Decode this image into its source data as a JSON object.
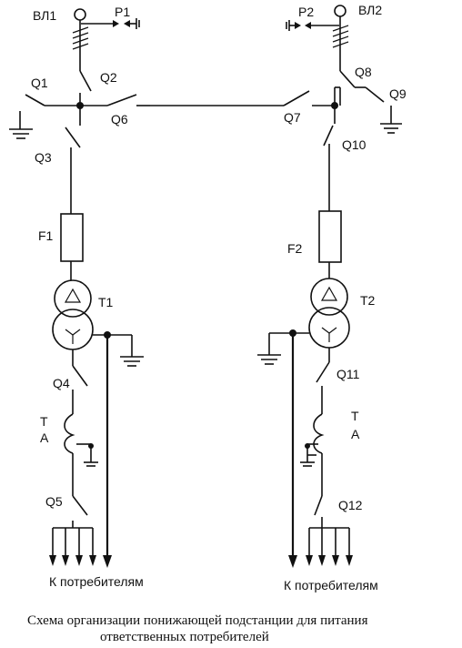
{
  "labels": {
    "vl1": "ВЛ1",
    "vl2": "ВЛ2",
    "p1": "P1",
    "p2": "P2",
    "q1": "Q1",
    "q2": "Q2",
    "q3": "Q3",
    "q4": "Q4",
    "q5": "Q5",
    "q6": "Q6",
    "q7": "Q7",
    "q8": "Q8",
    "q9": "Q9",
    "q10": "Q10",
    "q11": "Q11",
    "q12": "Q12",
    "f1": "F1",
    "f2": "F2",
    "t1": "T1",
    "t2": "T2",
    "ta_left_t": "Т",
    "ta_left_a": "А",
    "ta_right_t": "Т",
    "ta_right_a": "А",
    "consumers_left": "К потребителям",
    "consumers_right": "К потребителям"
  },
  "caption": {
    "line1": "Схема организации понижающей подстанции для питания",
    "line2": "ответственных потребителей"
  }
}
